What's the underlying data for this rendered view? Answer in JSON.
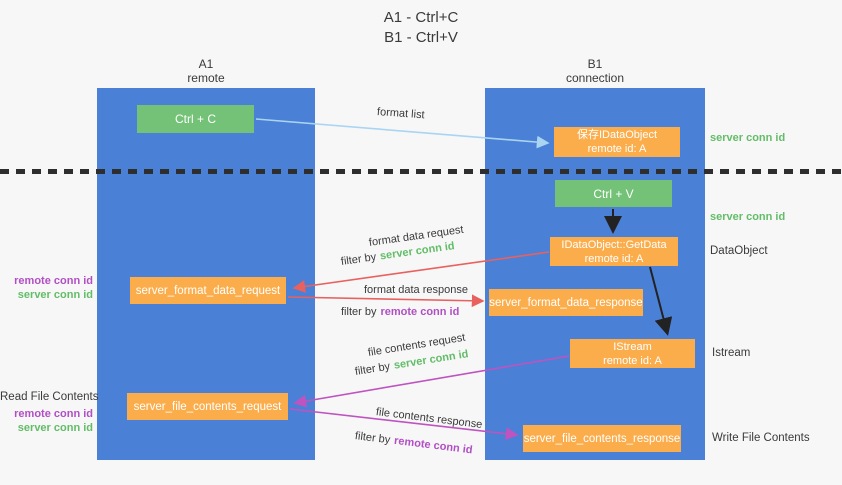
{
  "title": {
    "line1": "A1 - Ctrl+C",
    "line2": "B1 - Ctrl+V"
  },
  "columns": {
    "a1": {
      "name": "A1",
      "subtitle": "remote"
    },
    "b1": {
      "name": "B1",
      "subtitle": "connection"
    }
  },
  "nodes": {
    "ctrl_c": {
      "label": "Ctrl + C"
    },
    "ctrl_v": {
      "label": "Ctrl + V"
    },
    "save_dataobject": {
      "line1": "保存IDataObject",
      "line2": "remote id: A"
    },
    "getdata": {
      "line1": "IDataObject::GetData",
      "line2": "remote id: A"
    },
    "istream": {
      "line1": "IStream",
      "line2": "remote id: A"
    },
    "server_format_data_request": {
      "label": "server_format_data_request"
    },
    "server_format_data_response": {
      "label": "server_format_data_response"
    },
    "server_file_contents_request": {
      "label": "server_file_contents_request"
    },
    "server_file_contents_response": {
      "label": "server_file_contents_response"
    }
  },
  "arrow_labels": {
    "format_list": "format list",
    "format_data_request": "format data request",
    "format_data_response": "format data response",
    "file_contents_request": "file contents request",
    "file_contents_response": "file contents response",
    "filter_by": "filter by",
    "server_conn_id": "server conn id",
    "remote_conn_id": "remote conn id"
  },
  "side_labels": {
    "server_conn_id_top": "server conn id",
    "server_conn_id_mid": "server conn id",
    "dataobject": "DataObject",
    "istream": "Istream",
    "write_file_contents": "Write File Contents",
    "read_file_contents": "Read File Contents",
    "left_remote_conn_id_1": "remote conn id",
    "left_server_conn_id_1": "server conn id",
    "left_remote_conn_id_2": "remote conn id",
    "left_server_conn_id_2": "server conn id"
  },
  "colors": {
    "column_blue": "#4a80d5",
    "box_green": "#74c278",
    "box_orange": "#fbad4b",
    "arrow_light_blue": "#a9d5f2",
    "arrow_red": "#e8615f",
    "arrow_magenta": "#bf53c0",
    "arrow_black": "#222222",
    "text_green": "#63bd68",
    "text_purple": "#b14fc4",
    "text_dark": "#3a3a3a"
  }
}
